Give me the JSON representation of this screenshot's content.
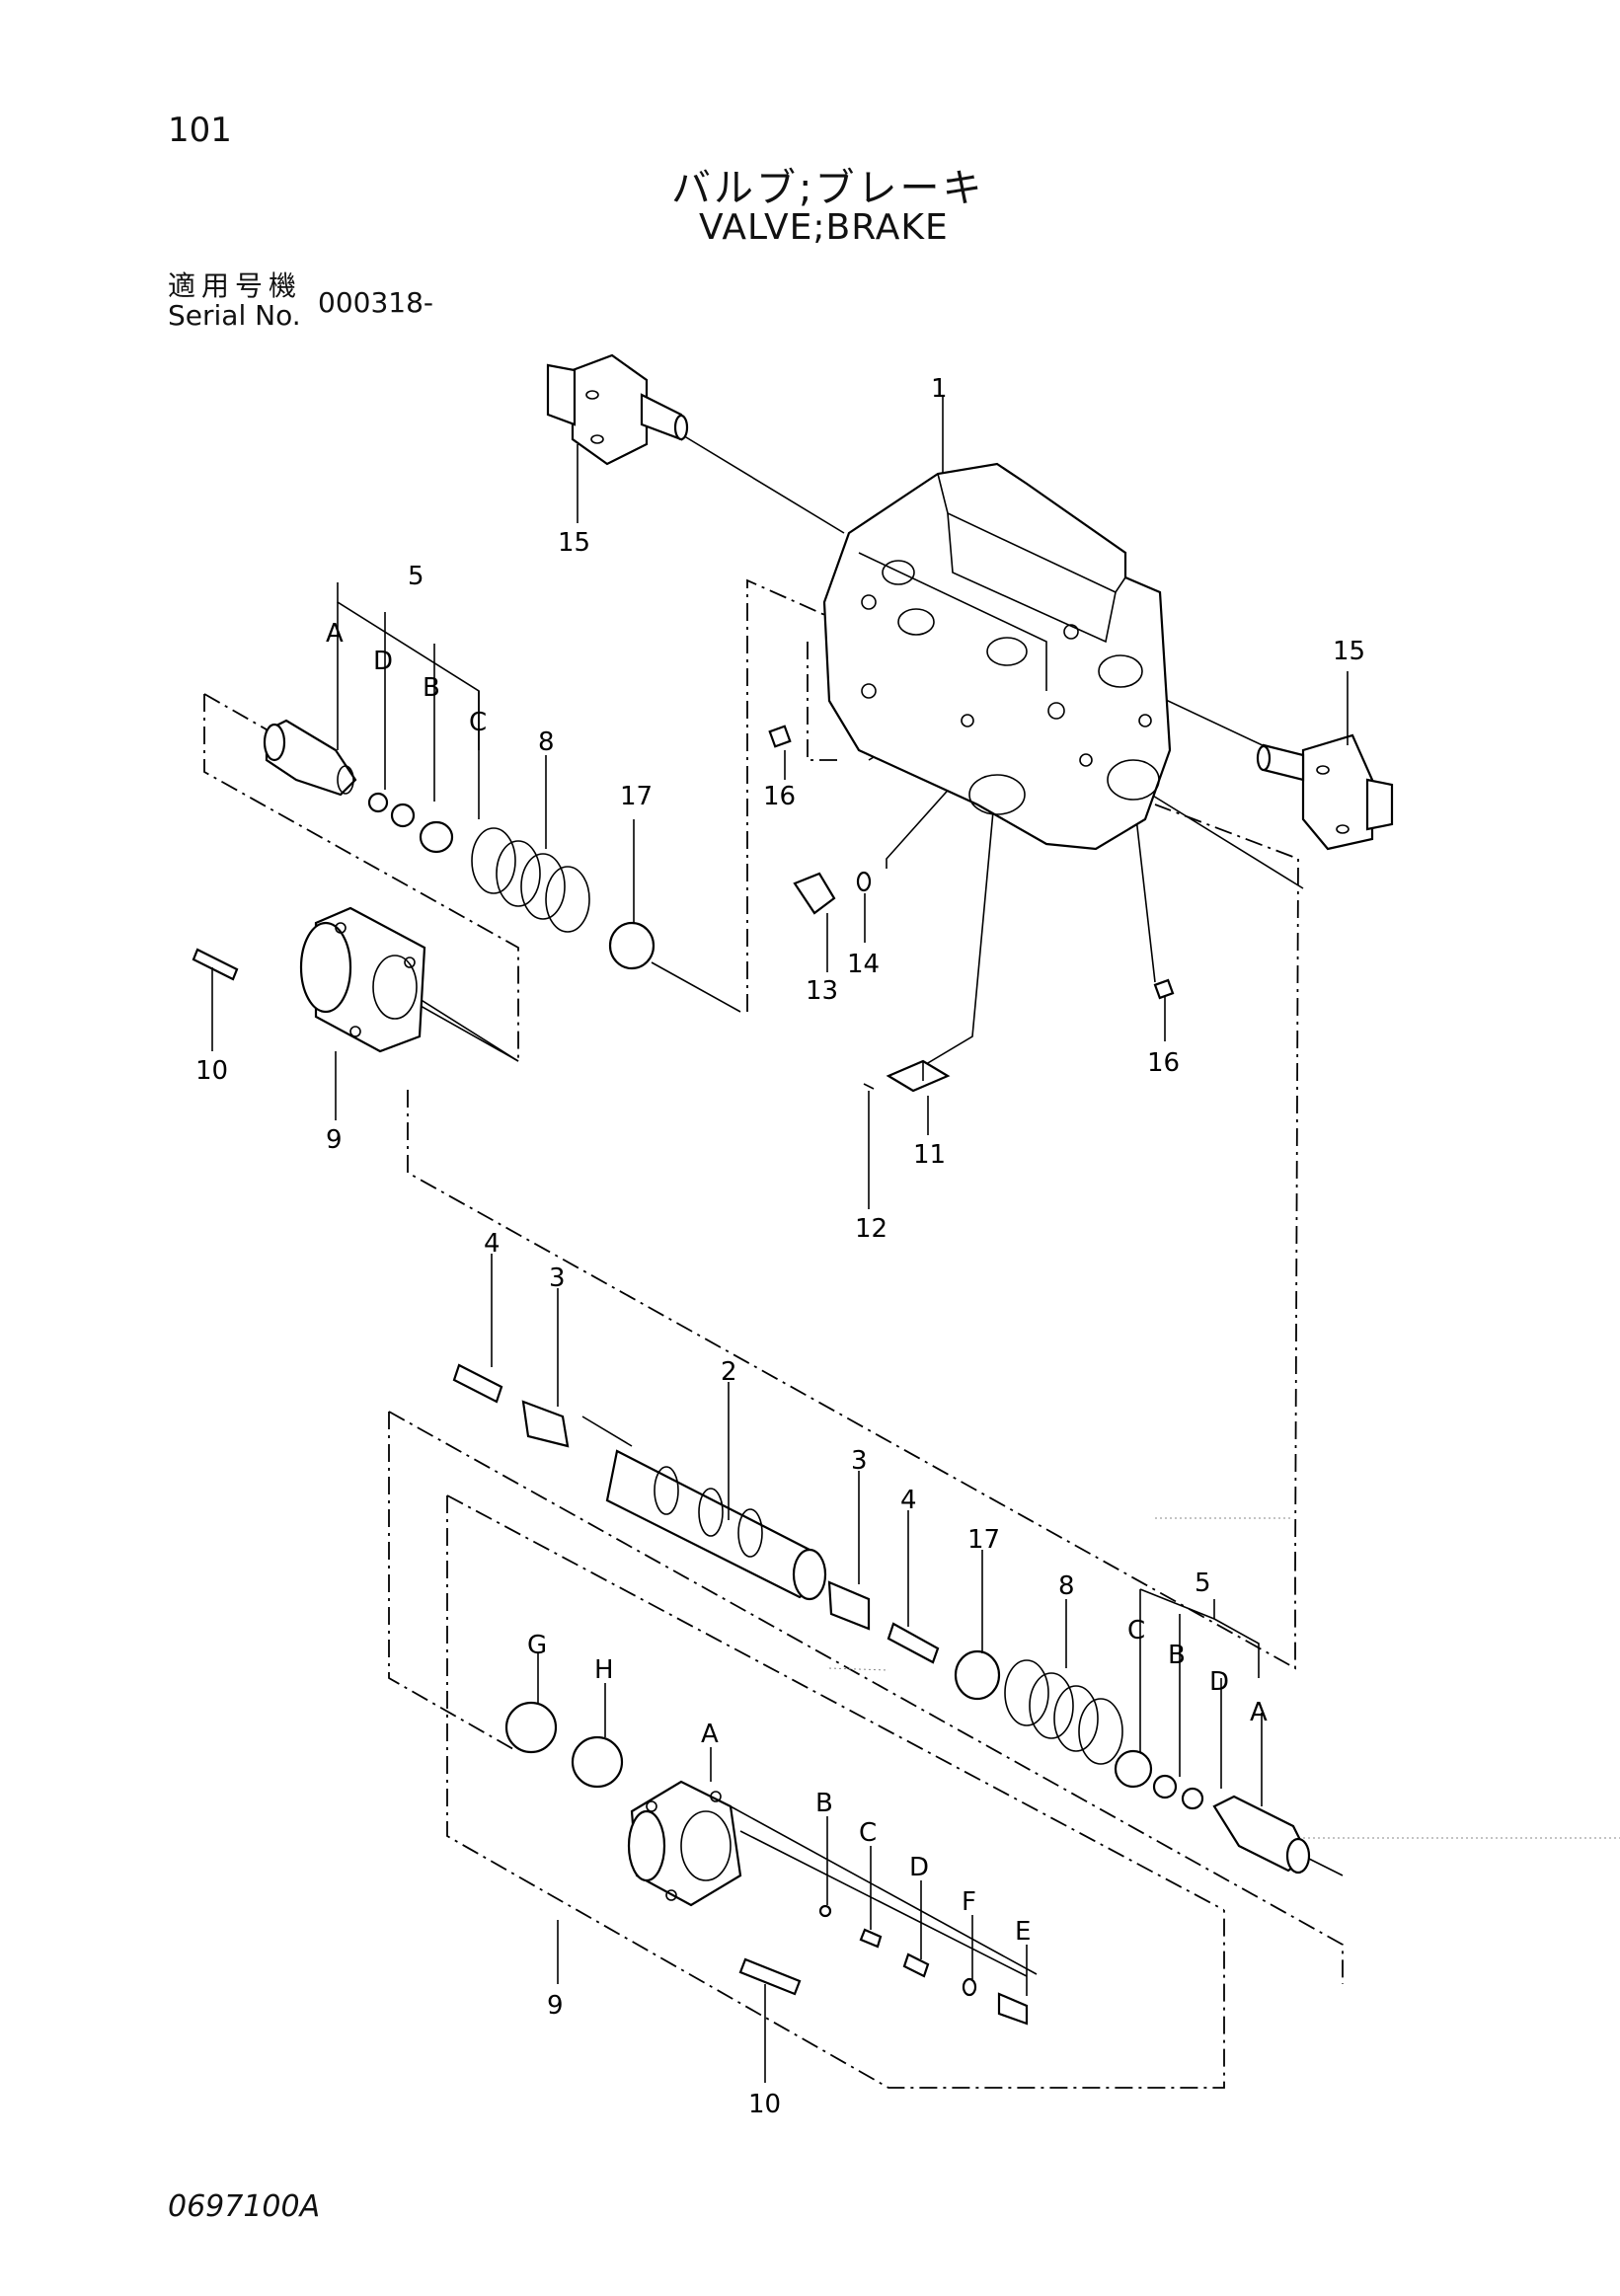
{
  "header": {
    "page_number": "101",
    "title_jp": "バルブ;ブレーキ",
    "title_en": "VALVE;BRAKE",
    "serial_label_jp": "適用号機",
    "serial_label_en": "Serial No.",
    "serial_value": "000318-"
  },
  "footer": {
    "doc_code": "0697100A"
  },
  "callouts": {
    "c1": "1",
    "c2": "2",
    "c3a": "3",
    "c3b": "3",
    "c4a": "4",
    "c4b": "4",
    "c5a": "5",
    "c5b": "5",
    "c8a": "8",
    "c8b": "8",
    "c9a": "9",
    "c9b": "9",
    "c10a": "10",
    "c10b": "10",
    "c11": "11",
    "c12": "12",
    "c13": "13",
    "c14": "14",
    "c15a": "15",
    "c15b": "15",
    "c16a": "16",
    "c16b": "16",
    "c17a": "17",
    "c17b": "17",
    "uA": "A",
    "uD": "D",
    "uB": "B",
    "uC": "C",
    "mC": "C",
    "mB": "B",
    "mD": "D",
    "mA": "A",
    "lG": "G",
    "lH": "H",
    "lA": "A",
    "lB": "B",
    "lC": "C",
    "lD": "D",
    "lF": "F",
    "lE": "E"
  }
}
